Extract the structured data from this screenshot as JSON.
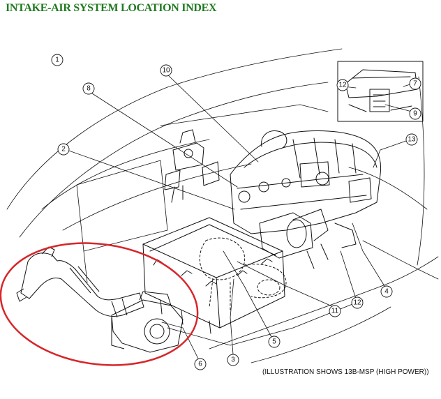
{
  "title": "INTAKE-AIR SYSTEM LOCATION INDEX",
  "footer_note": "(ILLUSTRATION SHOWS 13B-MSP (HIGH POWER))",
  "callouts": {
    "c1": "1",
    "c2": "2",
    "c3": "3",
    "c4": "4",
    "c5": "5",
    "c6": "6",
    "c7": "7",
    "c8": "8",
    "c9": "9",
    "c10": "10",
    "c11": "11",
    "c12a": "12",
    "c12b": "12",
    "c13": "13"
  },
  "colors": {
    "title": "#1f7a1f",
    "highlight": "#d7262a",
    "line": "#111111"
  }
}
